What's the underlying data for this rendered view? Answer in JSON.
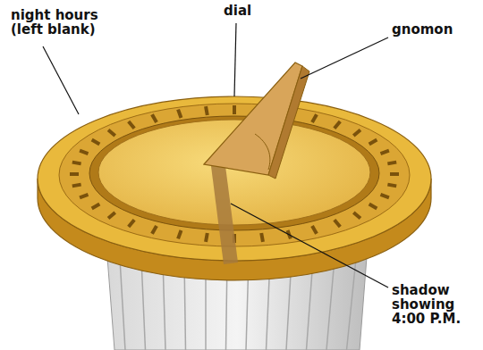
{
  "diagram": {
    "labels": [
      "night hours (left blank)",
      "dial",
      "gnomon",
      "shadow showing 4:00 P.M."
    ]
  }
}
